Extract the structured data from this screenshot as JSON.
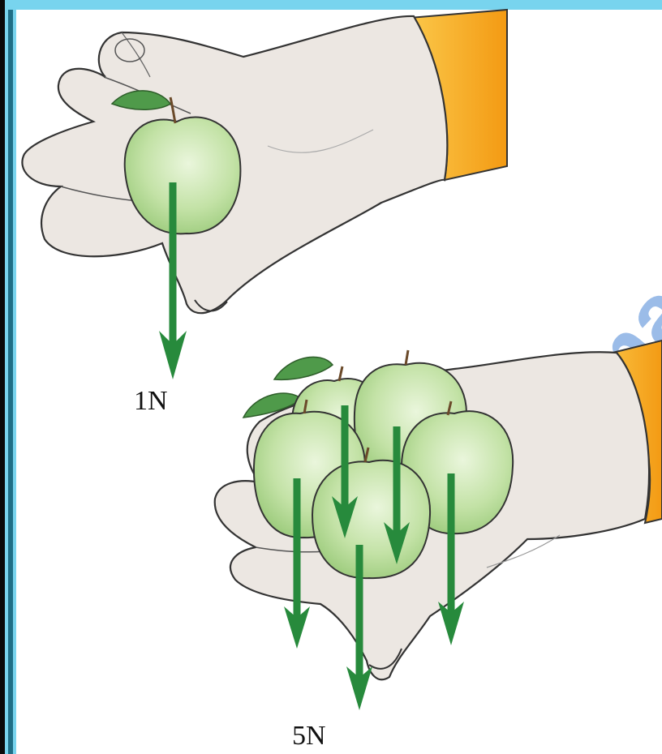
{
  "labels": {
    "single_force": "1N",
    "total_force": "5N"
  },
  "watermark": "alman",
  "colors": {
    "frame_outer": "#0a0a0a",
    "frame_accent": "#78d4ee",
    "frame_teal": "#1f6f87",
    "skin": "#ece7e2",
    "skin_shade": "#d9cfc6",
    "outline": "#333333",
    "apple": "#bfe0a0",
    "apple_highlight": "#e6f4d6",
    "leaf": "#4f9a4a",
    "sleeve": "#f5a81e",
    "arrow": "#278a3c",
    "watermark": "#4a86d6"
  },
  "icons": [
    "hand-icon",
    "apple-icon",
    "force-arrow-icon"
  ]
}
